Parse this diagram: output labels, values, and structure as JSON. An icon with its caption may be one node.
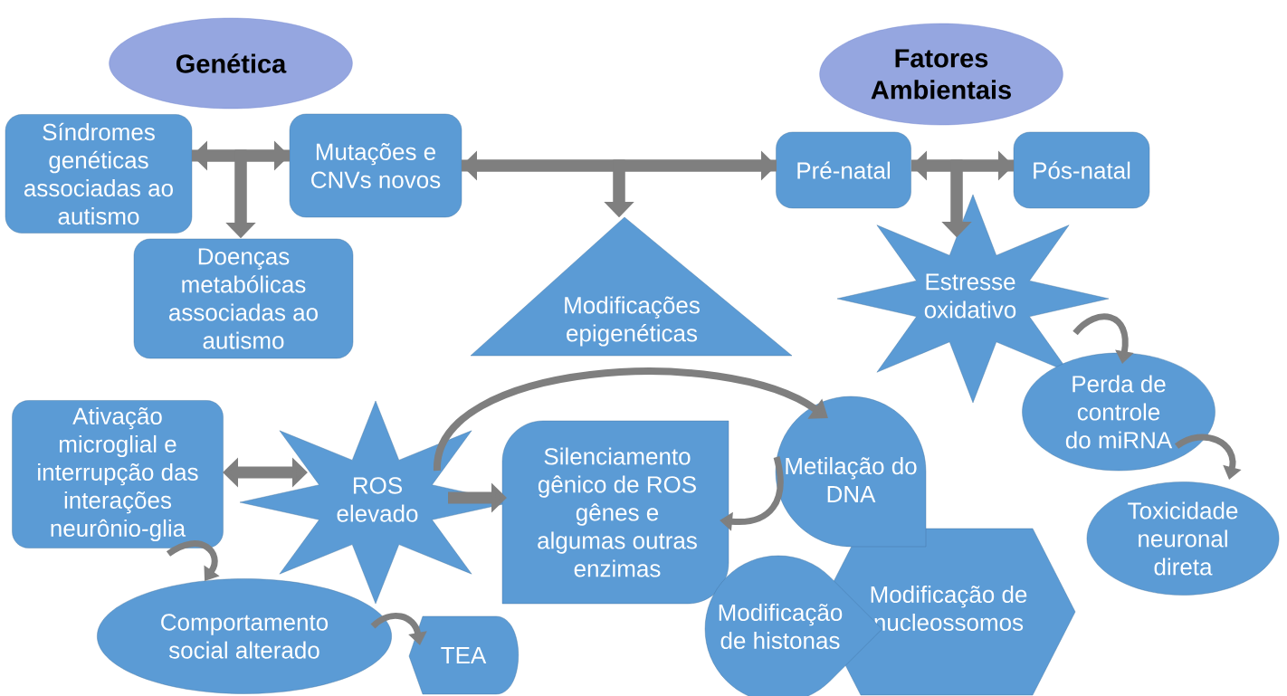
{
  "diagram": {
    "nodes": [
      {
        "text": [
          "Genética"
        ]
      },
      {
        "text": [
          "Fatores Ambientais"
        ]
      },
      {
        "text": [
          "Síndromes genéticas associadas ao autismo"
        ]
      },
      {
        "text": [
          "Mutações e CNVs novos"
        ]
      },
      {
        "text": [
          "Doenças metabólicas associadas ao autismo"
        ]
      },
      {
        "text": [
          "Modificações epigenéticas"
        ]
      },
      {
        "text": [
          "Pré-natal"
        ]
      },
      {
        "text": [
          "Pós-natal"
        ]
      },
      {
        "text": [
          "Estresse oxidativo"
        ]
      },
      {
        "text": [
          "Perda de controle do miRNA"
        ]
      },
      {
        "text": [
          "Toxicidade neuronal direta"
        ]
      },
      {
        "text": [
          "Ativação microglial e interrupção das interações neurônio-glia"
        ]
      },
      {
        "text": [
          "ROS elevado"
        ]
      },
      {
        "text": [
          "Silenciamento gênico de ROS gênes e algumas outras enzimas"
        ]
      },
      {
        "text": [
          "Metilação do DNA"
        ]
      },
      {
        "text": [
          "Modificação de histonas"
        ]
      },
      {
        "text": [
          "Modificação de nucleossomos"
        ]
      },
      {
        "text": [
          "Comportamento social alterado"
        ]
      },
      {
        "text": [
          "TEA"
        ]
      }
    ],
    "edges": [
      {
        "from": 2,
        "to": 3,
        "arrow": "both"
      },
      {
        "from": 2,
        "to": 4,
        "arrow": "to"
      },
      {
        "from": 3,
        "to": 4,
        "arrow": "to"
      },
      {
        "from": 3,
        "to": 6,
        "arrow": "both"
      },
      {
        "from": 3,
        "to": 5,
        "arrow": "to"
      },
      {
        "from": 6,
        "to": 5,
        "arrow": "to"
      },
      {
        "from": 6,
        "to": 7,
        "arrow": "both"
      },
      {
        "from": 6,
        "to": 8,
        "arrow": "to"
      },
      {
        "from": 7,
        "to": 8,
        "arrow": "to"
      },
      {
        "from": 8,
        "to": 9,
        "arrow": "to"
      },
      {
        "from": 9,
        "to": 10,
        "arrow": "to"
      },
      {
        "from": 11,
        "to": 12,
        "arrow": "both"
      },
      {
        "from": 12,
        "to": 13,
        "arrow": "to"
      },
      {
        "from": 12,
        "to": 14,
        "arrow": "to"
      },
      {
        "from": 14,
        "to": 13,
        "arrow": "to"
      },
      {
        "from": 11,
        "to": 17,
        "arrow": "to"
      },
      {
        "from": 17,
        "to": 18,
        "arrow": "to"
      }
    ]
  }
}
